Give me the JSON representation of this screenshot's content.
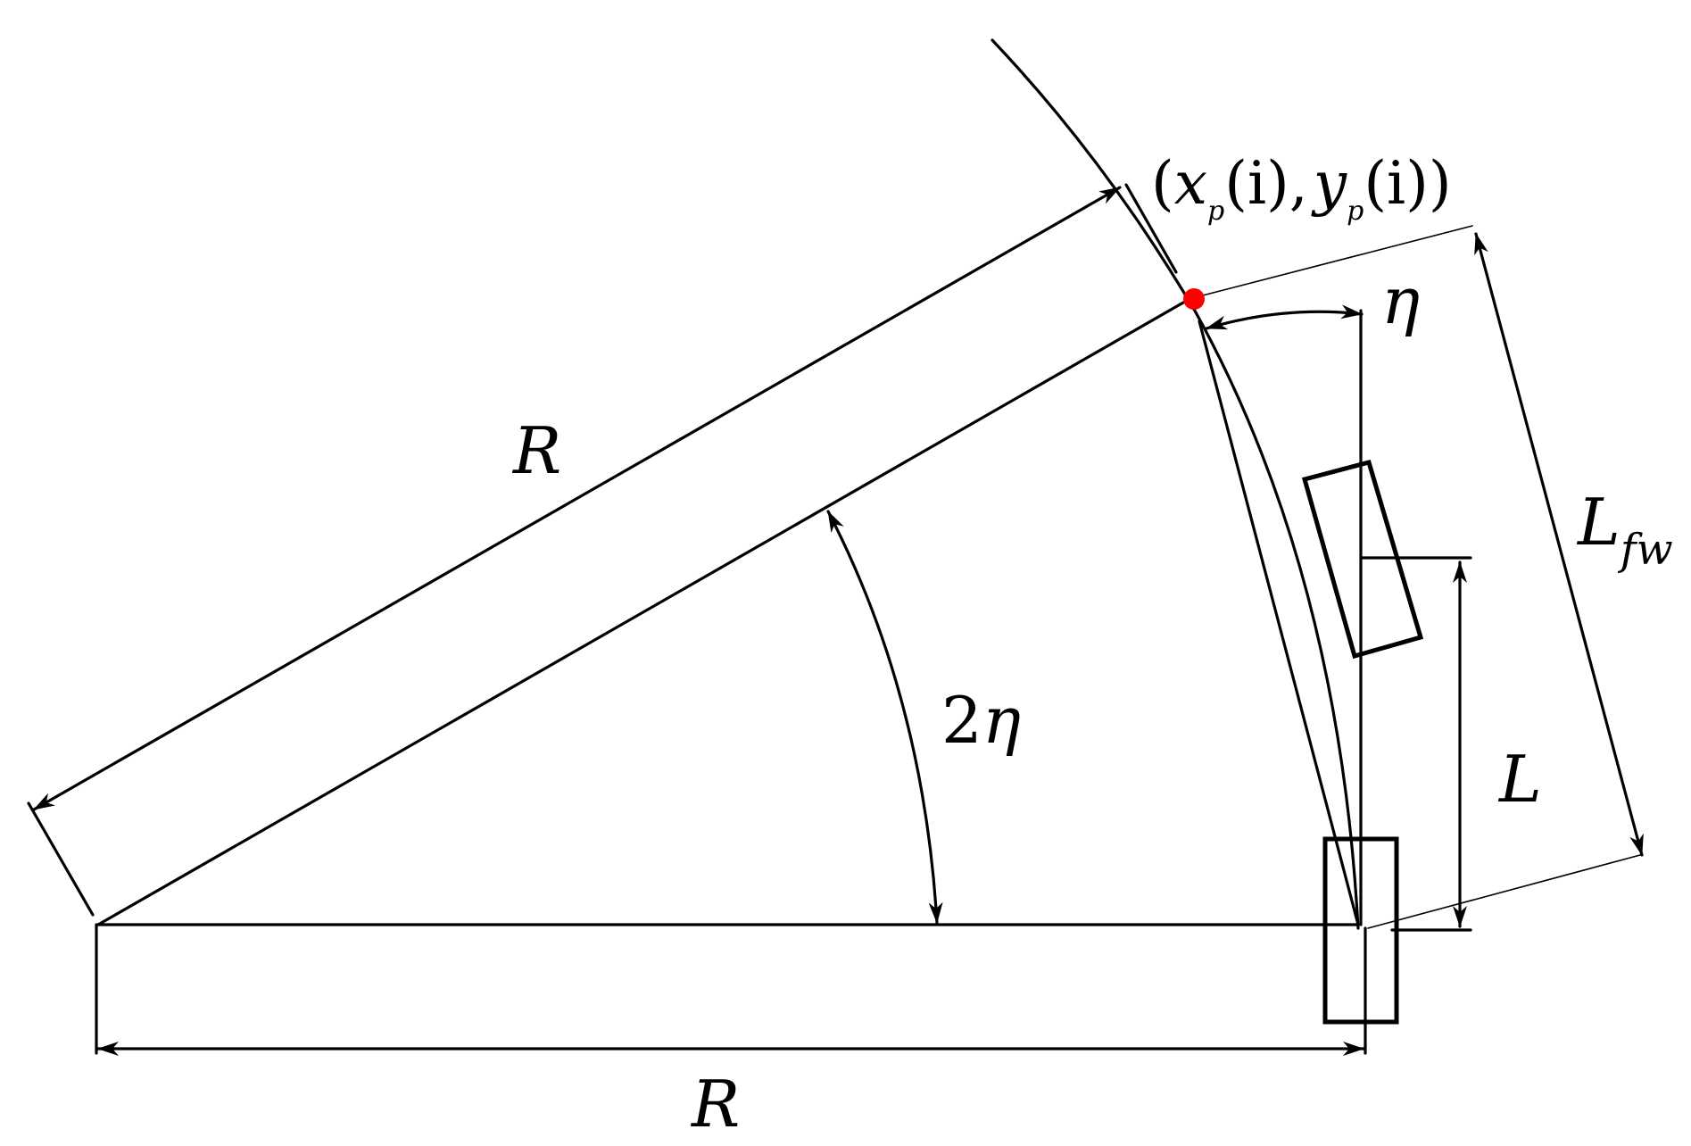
{
  "labels": {
    "radius_top": "R",
    "radius_bottom": "R",
    "double_angle_coef": "2",
    "double_angle_sym": "η",
    "angle": "η",
    "wheelbase": "L",
    "lookahead_main": "L",
    "lookahead_sub": "fw",
    "point_open": "(",
    "point_x": "x",
    "point_p1": "p",
    "point_i1": "(i),",
    "point_y": "y",
    "point_p2": "p",
    "point_i2": "(i))"
  },
  "colors": {
    "ink": "#000000",
    "target_point": "#ff0000"
  }
}
